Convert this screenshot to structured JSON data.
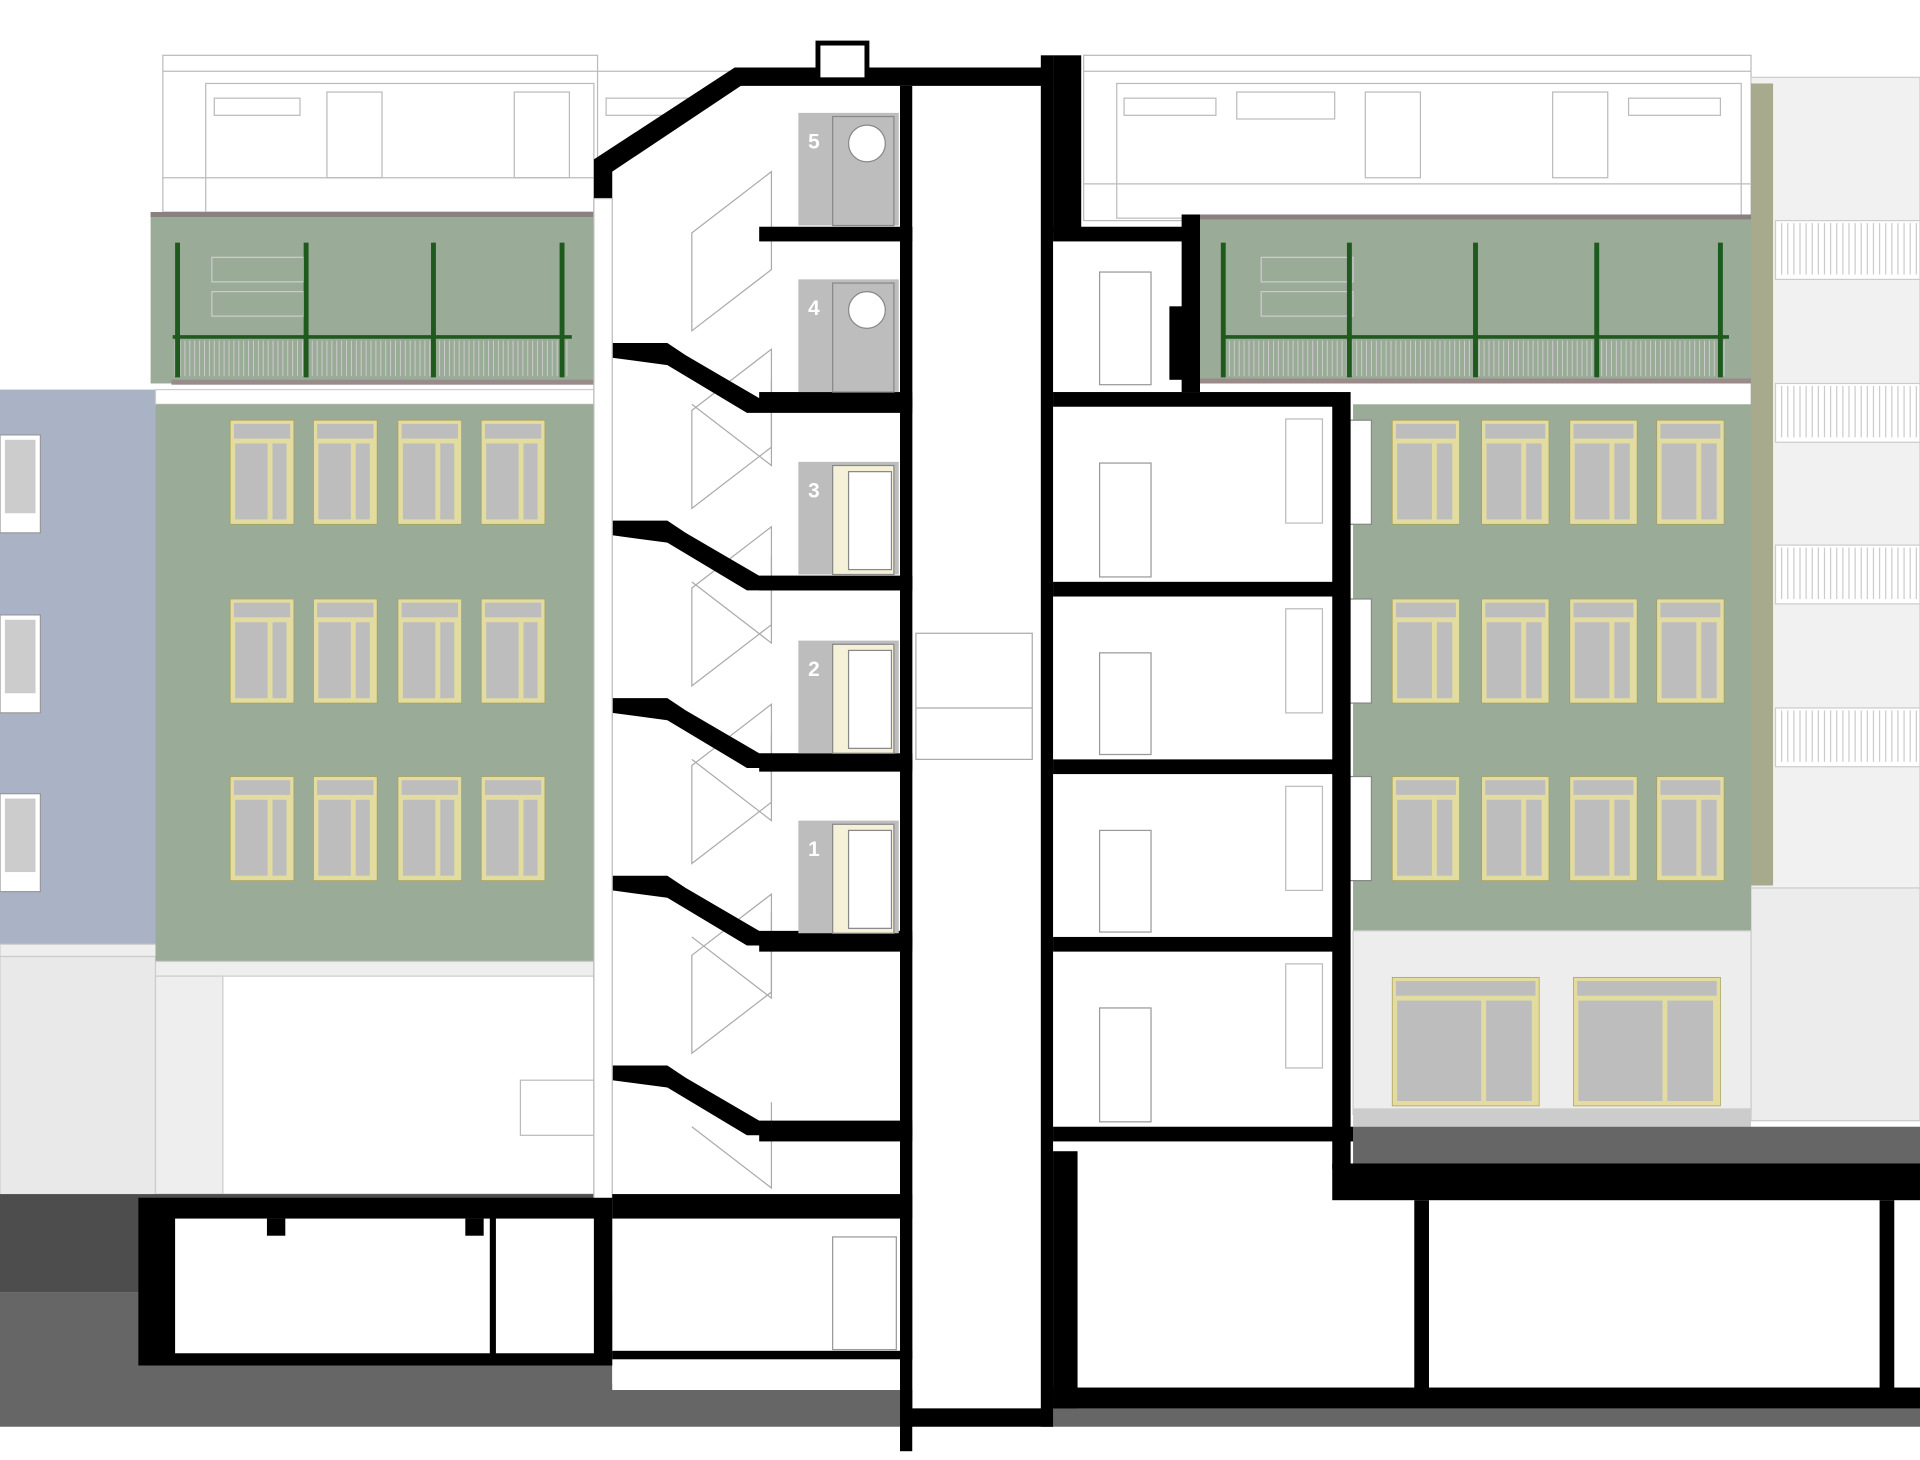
{
  "drawing": {
    "type": "building-section-elevation",
    "floor_labels": [
      "1",
      "2",
      "3",
      "4",
      "5"
    ]
  },
  "colors": {
    "facade_green": "#9aab98",
    "neighbor_blue": "#a9b3c5",
    "window_frame": "#e3dca0",
    "glass": "#bdbdbd",
    "wall_cut": "#000000",
    "ground": "#666666",
    "ground_dark": "#4d4d4d",
    "railing_green": "#1e5a1e",
    "door_grey": "#bdbdbd"
  }
}
